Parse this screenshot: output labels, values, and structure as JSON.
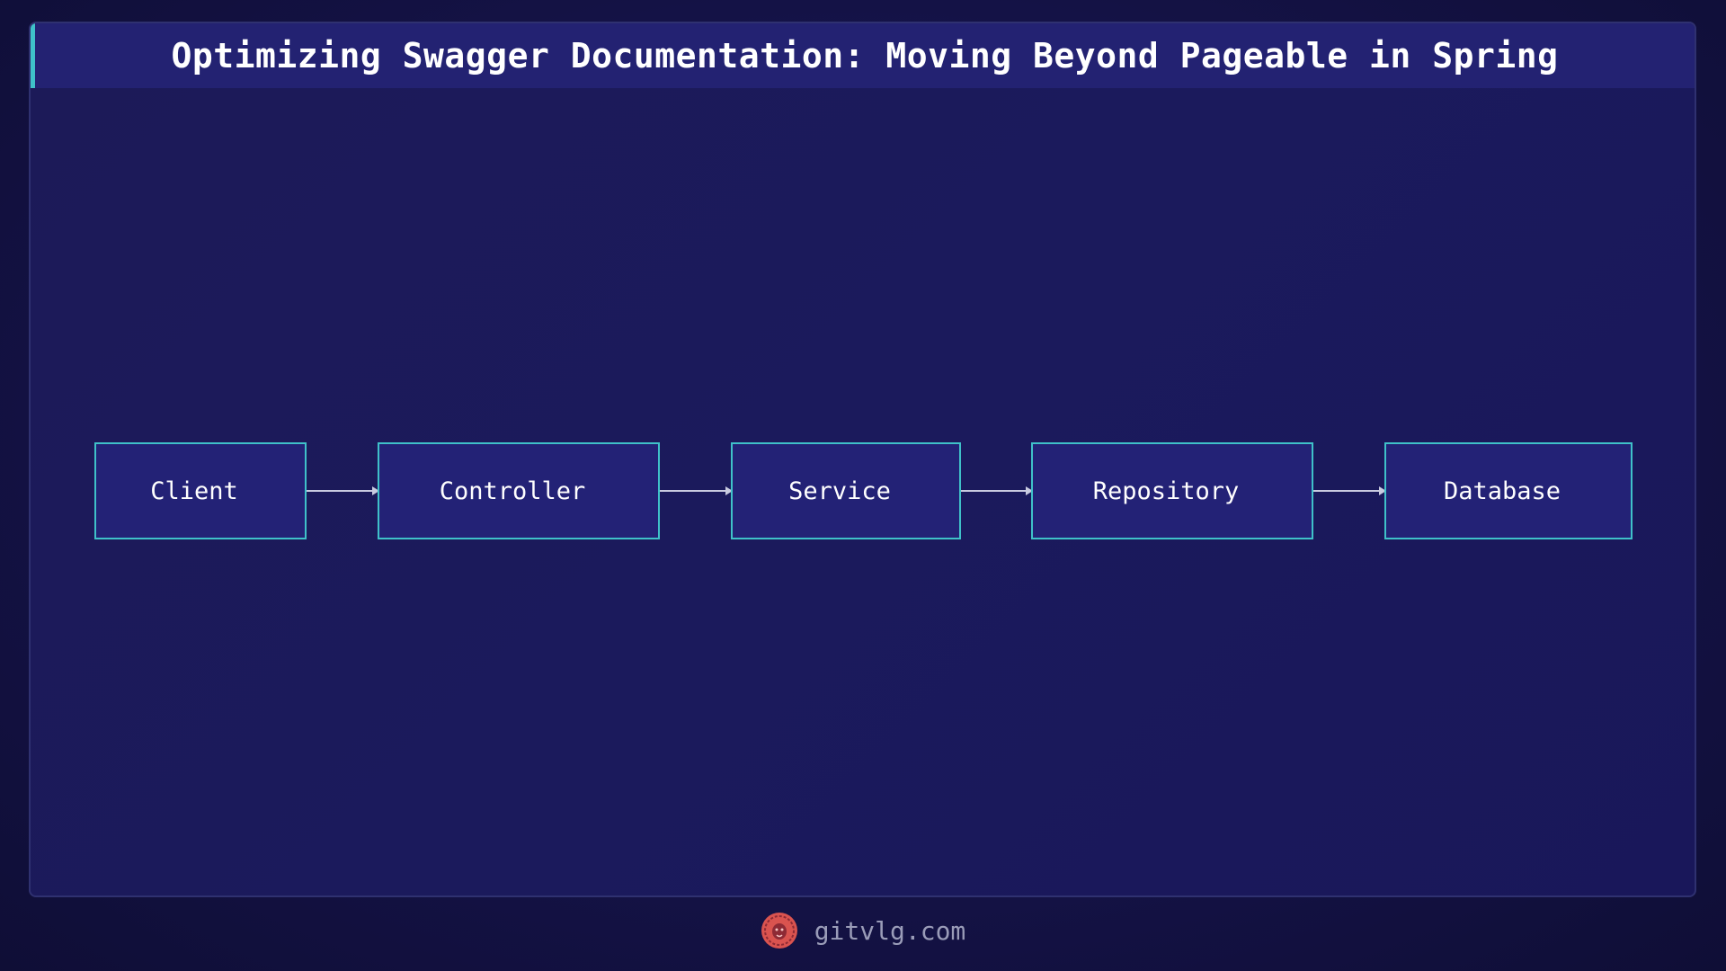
{
  "title": "Optimizing Swagger Documentation: Moving Beyond Pageable in Spring",
  "nodes": [
    {
      "label": "Client"
    },
    {
      "label": "Controller"
    },
    {
      "label": "Service"
    },
    {
      "label": "Repository"
    },
    {
      "label": "Database"
    }
  ],
  "edges": [
    {
      "from": "Client",
      "to": "Controller"
    },
    {
      "from": "Controller",
      "to": "Service"
    },
    {
      "from": "Service",
      "to": "Repository"
    },
    {
      "from": "Repository",
      "to": "Database"
    }
  ],
  "footer": {
    "site": "gitvlg.com",
    "logo_icon": "lion-logo-icon"
  },
  "colors": {
    "background": "#141245",
    "title_bar": "#232272",
    "accent": "#3fc1c9",
    "node_fill": "#232276",
    "arrow": "#c9cbe0",
    "logo": "#d9534f"
  }
}
